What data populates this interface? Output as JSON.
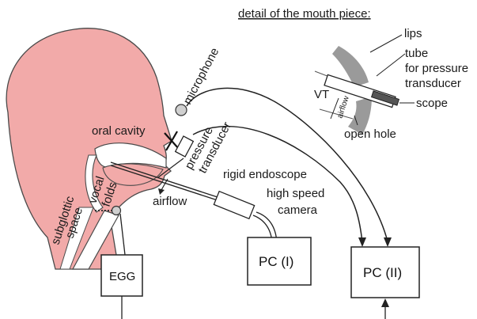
{
  "colors": {
    "skin": "#f2aaa9",
    "outline": "#4a4a4a",
    "line": "#222222",
    "inset_tissue": "#9a9a9a"
  },
  "labels": {
    "detail_title": "detail of the mouth piece:",
    "lips": "lips",
    "tube_line1": "tube",
    "tube_line2": "for pressure",
    "tube_line3": "transducer",
    "scope": "scope",
    "vt": "VT",
    "airflow_small": "airflow",
    "open_hole": "open hole",
    "microphone": "microphone",
    "oral_cavity": "oral cavity",
    "pressure": "pressure",
    "transducer": "transducer",
    "rigid_endoscope": "rigid endoscope",
    "high_speed": "high speed",
    "camera": "camera",
    "airflow": "airflow",
    "vocal": "vocal",
    "folds": "folds",
    "subglottic": "subglottic",
    "space": "space",
    "egg": "EGG",
    "pc1": "PC (I)",
    "pc2": "PC (II)"
  }
}
